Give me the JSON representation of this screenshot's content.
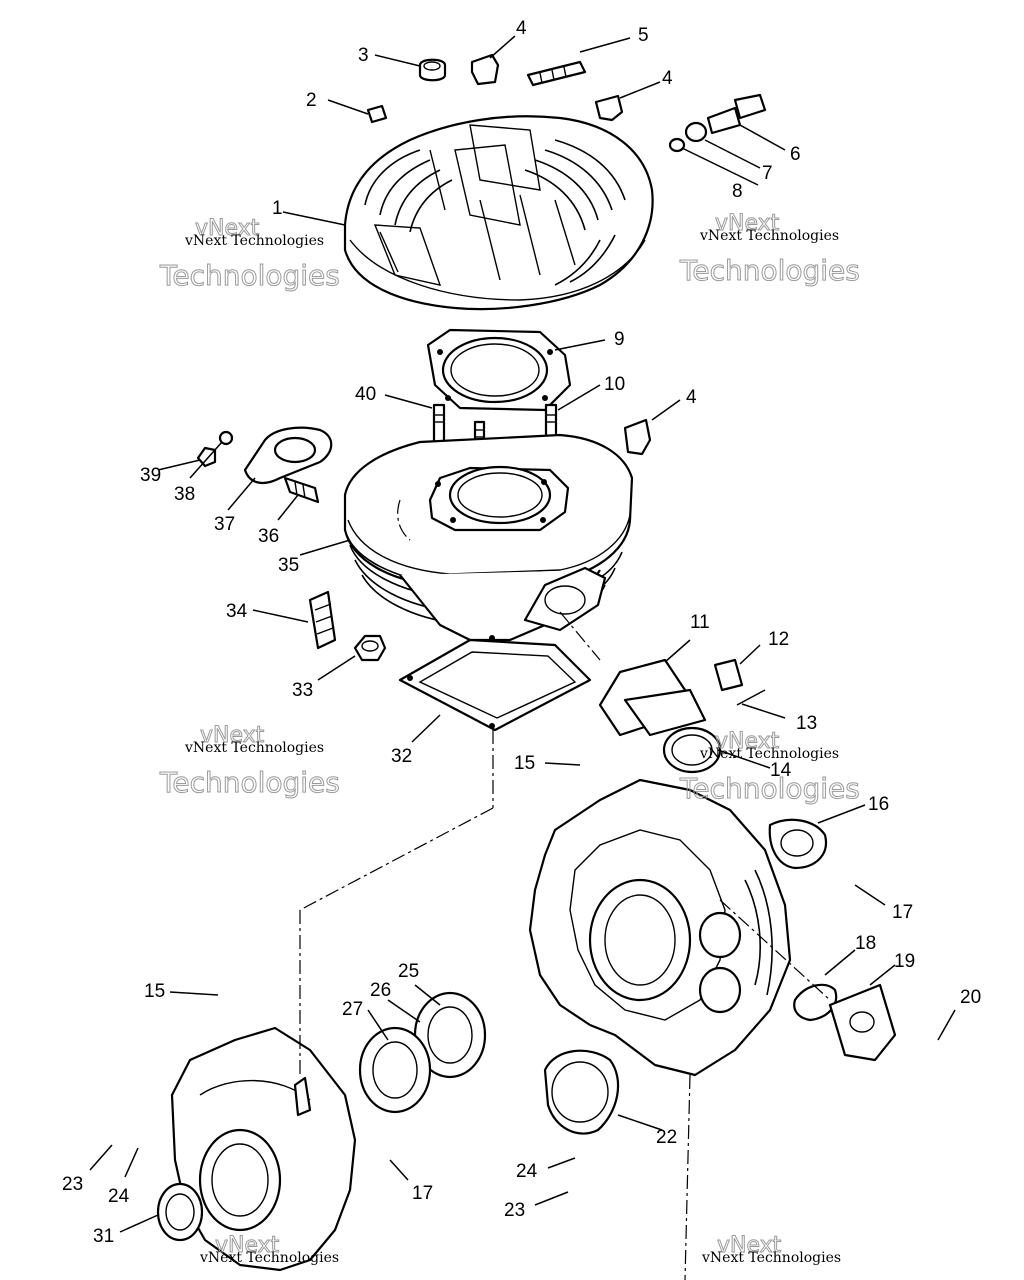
{
  "watermark": {
    "brand": "vNext",
    "line1": "vNext Technologies",
    "line2": "Technologies"
  },
  "callouts": [
    "1",
    "2",
    "3",
    "4",
    "5",
    "6",
    "7",
    "8",
    "9",
    "10",
    "11",
    "12",
    "13",
    "14",
    "15",
    "16",
    "17",
    "18",
    "19",
    "20",
    "22",
    "23",
    "24",
    "25",
    "26",
    "27",
    "31",
    "32",
    "33",
    "34",
    "35",
    "36",
    "37",
    "38",
    "39",
    "40"
  ]
}
